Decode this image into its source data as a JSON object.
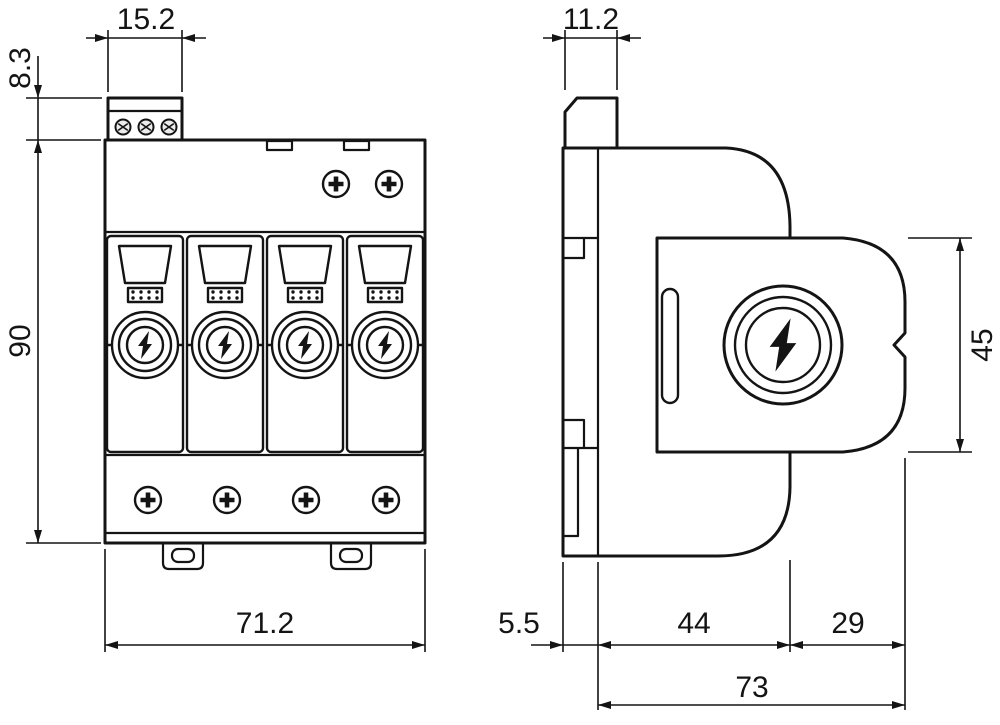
{
  "front_view": {
    "dims": {
      "terminal_width": "15.2",
      "terminal_height": "8.3",
      "body_height": "90",
      "body_width": "71.2"
    }
  },
  "side_view": {
    "dims": {
      "terminal_depth": "11.2",
      "module_height": "45",
      "rail_offset": "5.5",
      "base_depth": "44",
      "module_depth": "29",
      "total_depth": "73"
    }
  },
  "colors": {
    "line": "#141414",
    "background": "#ffffff"
  }
}
